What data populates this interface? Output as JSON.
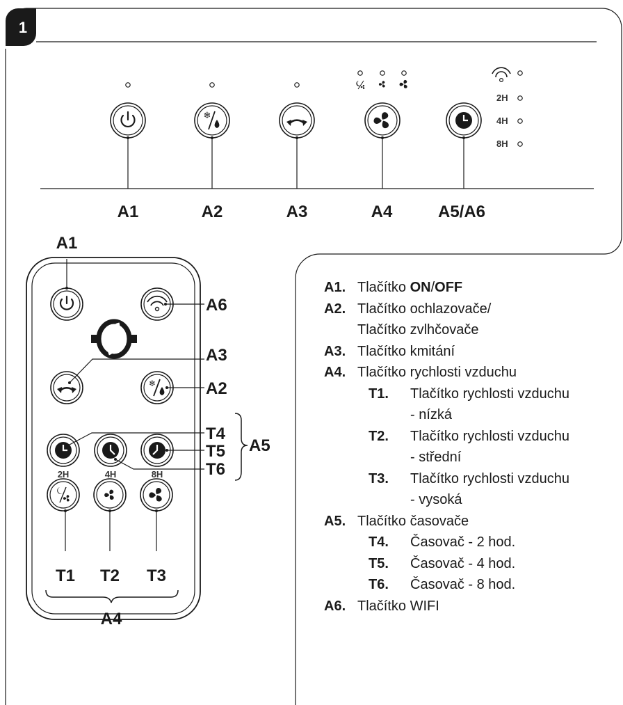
{
  "figure_number": "1",
  "panel": {
    "labels": [
      "A1",
      "A2",
      "A3",
      "A4",
      "A5/A6"
    ],
    "timer_labels": [
      "2H",
      "4H",
      "8H"
    ]
  },
  "remote": {
    "callouts": {
      "A1": "A1",
      "A6": "A6",
      "A3": "A3",
      "A2": "A2",
      "T4": "T4",
      "T5": "T5",
      "T6": "T6",
      "A5": "A5",
      "T1": "T1",
      "T2": "T2",
      "T3": "T3",
      "A4": "A4"
    },
    "timer_labels": [
      "2H",
      "4H",
      "8H"
    ]
  },
  "legend": {
    "a1": {
      "code": "A1.",
      "prefix": "Tlačítko ",
      "on": "ON",
      "sep": "/",
      "off": "OFF"
    },
    "a2": {
      "code": "A2.",
      "line1": "Tlačítko ochlazovače/",
      "line2": "Tlačítko zvlhčovače"
    },
    "a3": {
      "code": "A3.",
      "text": "Tlačítko kmitání"
    },
    "a4": {
      "code": "A4.",
      "text": "Tlačítko rychlosti vzduchu"
    },
    "t1": {
      "code": "T1.",
      "line1": "Tlačítko rychlosti vzduchu",
      "line2": "- nízká"
    },
    "t2": {
      "code": "T2.",
      "line1": "Tlačítko rychlosti vzduchu",
      "line2": "- střední"
    },
    "t3": {
      "code": "T3.",
      "line1": "Tlačítko rychlosti vzduchu",
      "line2": "- vysoká"
    },
    "a5": {
      "code": "A5.",
      "text": "Tlačítko časovače"
    },
    "t4": {
      "code": "T4.",
      "text": "Časovač - 2 hod."
    },
    "t5": {
      "code": "T5.",
      "text": "Časovač - 4 hod."
    },
    "t6": {
      "code": "T6.",
      "text": "Časovač - 8 hod."
    },
    "a6": {
      "code": "A6.",
      "text": "Tlačítko WIFI"
    }
  }
}
